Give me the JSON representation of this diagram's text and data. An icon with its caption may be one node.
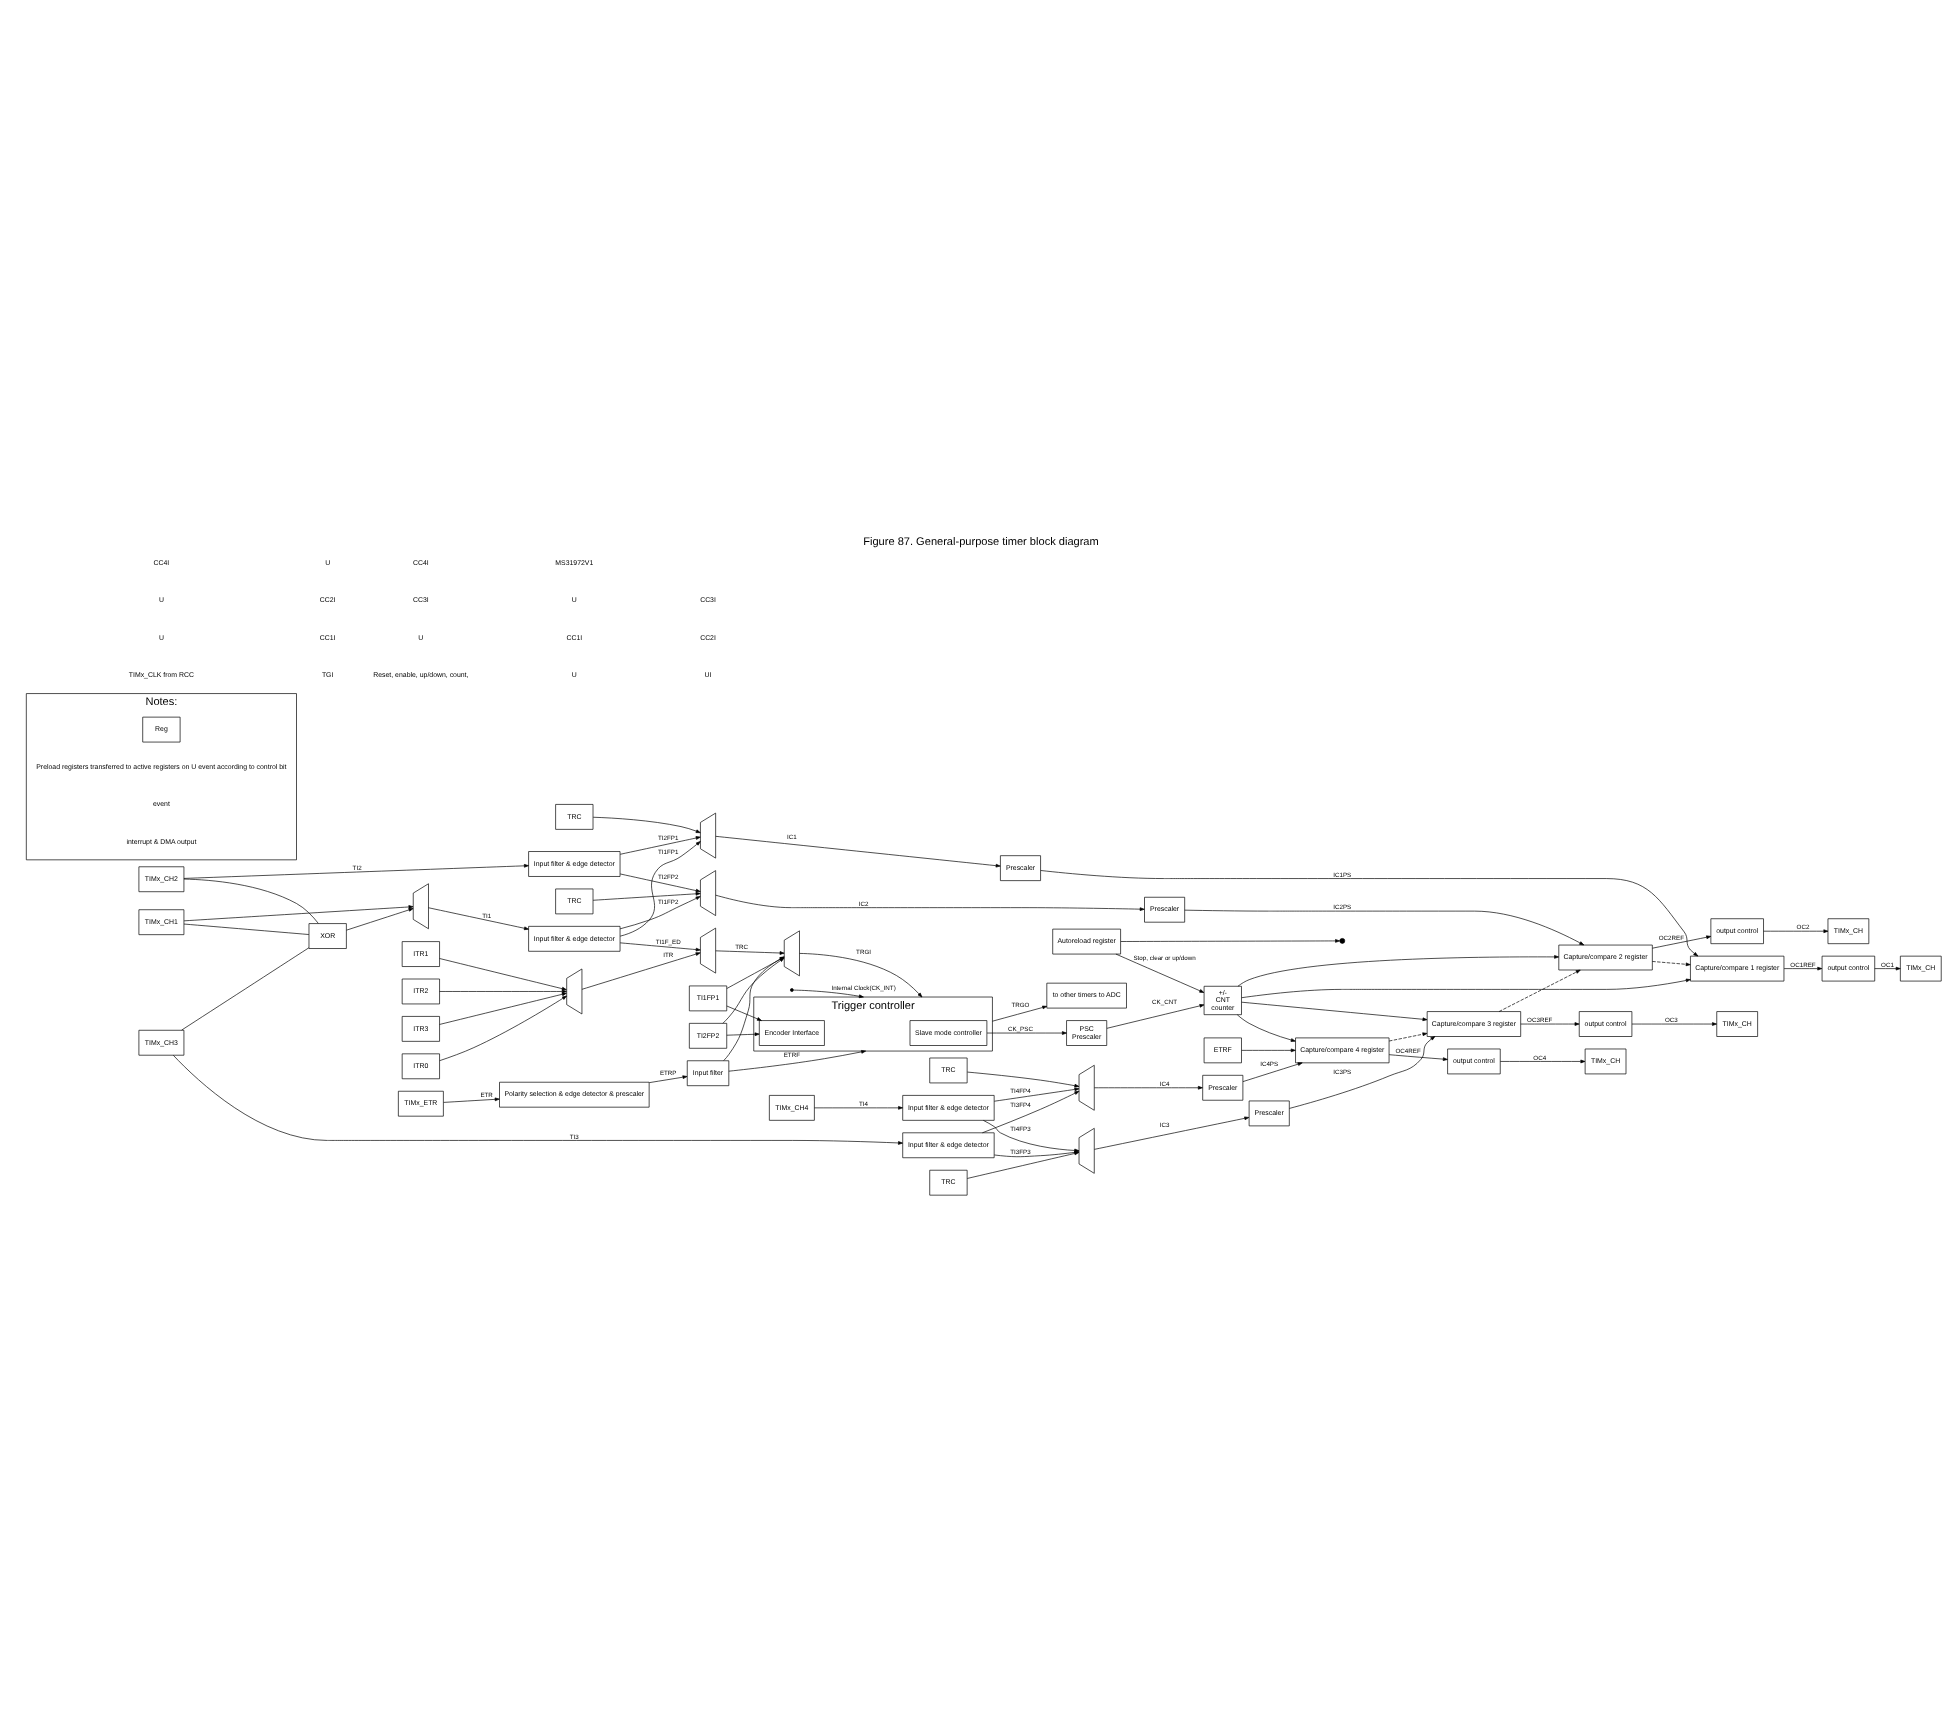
{
  "diagram": {
    "title": "Figure 87. General-purpose timer block diagram",
    "nodes": [
      {
        "text": [
          "TIMx_ETR"
        ]
      },
      {
        "text": [
          "Polarity selection & edge detector & prescaler"
        ]
      },
      {
        "text": [
          "Input filter"
        ]
      },
      {
        "text": [
          "ITR0"
        ]
      },
      {
        "text": [
          "ITR1"
        ]
      },
      {
        "text": [
          "ITR2"
        ]
      },
      {
        "text": [
          "ITR3"
        ]
      },
      {
        "text": [],
        "shape": "trapezium"
      },
      {
        "text": [],
        "shape": "trapezium"
      },
      {
        "text": [],
        "shape": "trapezium"
      },
      {
        "text": [
          "Trigger controller"
        ]
      },
      {
        "text": [
          "Slave mode controller"
        ],
        "in": 10
      },
      {
        "text": [
          "Encoder Interface"
        ],
        "in": 10
      },
      {
        "text": [
          "to other timers to ADC"
        ]
      },
      {
        "text": [
          "TI1FP1"
        ]
      },
      {
        "text": [
          "TI2FP2"
        ]
      },
      {
        "text": [
          "PSC",
          "Prescaler"
        ]
      },
      {
        "text": [
          "Autoreload register"
        ]
      },
      {
        "text": [
          "+/-",
          "CNT",
          "counter"
        ]
      },
      {
        "text": [
          "TIMx_CH1"
        ]
      },
      {
        "text": [
          "TIMx_CH2"
        ]
      },
      {
        "text": [
          "TIMx_CH3"
        ]
      },
      {
        "text": [
          "TIMx_CH4"
        ]
      },
      {
        "text": [
          "XOR"
        ]
      },
      {
        "text": [],
        "shape": "trapezium"
      },
      {
        "text": [
          "Input filter & edge detector"
        ]
      },
      {
        "text": [
          "Input filter & edge detector"
        ]
      },
      {
        "text": [
          "Input filter & edge detector"
        ]
      },
      {
        "text": [
          "Input filter & edge detector"
        ]
      },
      {
        "text": [],
        "shape": "trapezium"
      },
      {
        "text": [],
        "shape": "trapezium"
      },
      {
        "text": [],
        "shape": "trapezium"
      },
      {
        "text": [],
        "shape": "trapezium"
      },
      {
        "text": [
          "TRC"
        ]
      },
      {
        "text": [
          "TRC"
        ]
      },
      {
        "text": [
          "TRC"
        ]
      },
      {
        "text": [
          "TRC"
        ]
      },
      {
        "text": [
          "Prescaler"
        ]
      },
      {
        "text": [
          "Prescaler"
        ]
      },
      {
        "text": [
          "Prescaler"
        ]
      },
      {
        "text": [
          "Prescaler"
        ]
      },
      {
        "text": [
          "Capture/compare 1 register"
        ]
      },
      {
        "text": [
          "Capture/compare 2 register"
        ]
      },
      {
        "text": [
          "Capture/compare 3 register"
        ]
      },
      {
        "text": [
          "Capture/compare 4 register"
        ]
      },
      {
        "text": [
          "ETRF"
        ]
      },
      {
        "text": [
          "output control"
        ]
      },
      {
        "text": [
          "output control"
        ]
      },
      {
        "text": [
          "output control"
        ]
      },
      {
        "text": [
          "output control"
        ]
      },
      {
        "text": [
          "TIMx_CH"
        ]
      },
      {
        "text": [
          "TIMx_CH"
        ]
      },
      {
        "text": [
          "TIMx_CH"
        ]
      },
      {
        "text": [
          "TIMx_CH"
        ]
      },
      {
        "text": [
          "Notes:"
        ]
      },
      {
        "text": [
          "Reg"
        ],
        "in": 54
      }
    ],
    "edges": [
      {
        "from": null,
        "to": 10,
        "arrow": "to",
        "label": "Internal Clock(CK_INT)"
      },
      {
        "from": 0,
        "to": 1,
        "arrow": "to",
        "label": "ETR"
      },
      {
        "from": 1,
        "to": 2,
        "arrow": "to",
        "label": "ETRP"
      },
      {
        "from": 2,
        "to": 10,
        "arrow": "to",
        "label": "ETRF"
      },
      {
        "from": 2,
        "to": 9,
        "arrow": "to"
      },
      {
        "from": 3,
        "to": 7,
        "arrow": "to"
      },
      {
        "from": 4,
        "to": 7,
        "arrow": "to"
      },
      {
        "from": 5,
        "to": 7,
        "arrow": "to"
      },
      {
        "from": 6,
        "to": 7,
        "arrow": "to"
      },
      {
        "from": 7,
        "to": 8,
        "arrow": "to",
        "label": "ITR"
      },
      {
        "from": 25,
        "to": 8,
        "arrow": "to",
        "label": "TI1F_ED"
      },
      {
        "from": 8,
        "to": 9,
        "arrow": "to",
        "label": "TRC"
      },
      {
        "from": 14,
        "to": 9,
        "arrow": "to"
      },
      {
        "from": 15,
        "to": 9,
        "arrow": "to"
      },
      {
        "from": 9,
        "to": 10,
        "arrow": "to",
        "label": "TRGI"
      },
      {
        "from": 14,
        "to": 12,
        "arrow": "to"
      },
      {
        "from": 15,
        "to": 12,
        "arrow": "to"
      },
      {
        "from": 10,
        "to": 13,
        "arrow": "to",
        "label": "TRGO"
      },
      {
        "from": 11,
        "to": 16,
        "arrow": "to",
        "label": "CK_PSC"
      },
      {
        "from": 16,
        "to": 18,
        "arrow": "to",
        "label": "CK_CNT"
      },
      {
        "from": 17,
        "to": 18,
        "arrow": "to",
        "label": "Stop, clear or up/down"
      },
      {
        "from": 17,
        "to": null,
        "arrow": "to"
      },
      {
        "from": 18,
        "to": 41,
        "arrow": "to"
      },
      {
        "from": 18,
        "to": 42,
        "arrow": "to"
      },
      {
        "from": 18,
        "to": 43,
        "arrow": "to"
      },
      {
        "from": 18,
        "to": 44,
        "arrow": "to"
      },
      {
        "from": 42,
        "to": 41,
        "arrow": "to",
        "style": "dashed"
      },
      {
        "from": 43,
        "to": 42,
        "arrow": "to",
        "style": "dashed"
      },
      {
        "from": 44,
        "to": 43,
        "arrow": "to",
        "style": "dashed"
      },
      {
        "from": 45,
        "to": 44,
        "arrow": "to"
      },
      {
        "from": 19,
        "to": 23,
        "arrow": "none"
      },
      {
        "from": 20,
        "to": 23,
        "arrow": "none"
      },
      {
        "from": 21,
        "to": 23,
        "arrow": "none"
      },
      {
        "from": 23,
        "to": 24,
        "arrow": "to"
      },
      {
        "from": 19,
        "to": 24,
        "arrow": "to"
      },
      {
        "from": 24,
        "to": 25,
        "arrow": "to",
        "label": "TI1"
      },
      {
        "from": 20,
        "to": 26,
        "arrow": "to",
        "label": "TI2"
      },
      {
        "from": 21,
        "to": 27,
        "arrow": "to",
        "label": "TI3"
      },
      {
        "from": 22,
        "to": 28,
        "arrow": "to",
        "label": "TI4"
      },
      {
        "from": 25,
        "to": 29,
        "arrow": "to",
        "label": "TI1FP1"
      },
      {
        "from": 25,
        "to": 30,
        "arrow": "to",
        "label": "TI1FP2"
      },
      {
        "from": 26,
        "to": 29,
        "arrow": "to",
        "label": "TI2FP1"
      },
      {
        "from": 26,
        "to": 30,
        "arrow": "to",
        "label": "TI2FP2"
      },
      {
        "from": 27,
        "to": 31,
        "arrow": "to",
        "label": "TI3FP3"
      },
      {
        "from": 27,
        "to": 32,
        "arrow": "to",
        "label": "TI3FP4"
      },
      {
        "from": 28,
        "to": 31,
        "arrow": "to",
        "label": "TI4FP3"
      },
      {
        "from": 28,
        "to": 32,
        "arrow": "to",
        "label": "TI4FP4"
      },
      {
        "from": 33,
        "to": 29,
        "arrow": "to"
      },
      {
        "from": 34,
        "to": 30,
        "arrow": "to"
      },
      {
        "from": 35,
        "to": 31,
        "arrow": "to"
      },
      {
        "from": 36,
        "to": 32,
        "arrow": "to"
      },
      {
        "from": 29,
        "to": 37,
        "arrow": "to",
        "label": "IC1"
      },
      {
        "from": 30,
        "to": 38,
        "arrow": "to",
        "label": "IC2"
      },
      {
        "from": 31,
        "to": 39,
        "arrow": "to",
        "label": "IC3"
      },
      {
        "from": 32,
        "to": 40,
        "arrow": "to",
        "label": "IC4"
      },
      {
        "from": 37,
        "to": 41,
        "arrow": "to",
        "label": "IC1PS"
      },
      {
        "from": 38,
        "to": 42,
        "arrow": "to",
        "label": "IC2PS"
      },
      {
        "from": 39,
        "to": 43,
        "arrow": "to",
        "label": "IC3PS"
      },
      {
        "from": 40,
        "to": 44,
        "arrow": "to",
        "label": "IC4PS"
      },
      {
        "from": 41,
        "to": 46,
        "arrow": "to",
        "label": "OC1REF"
      },
      {
        "from": 42,
        "to": 47,
        "arrow": "to",
        "label": "OC2REF"
      },
      {
        "from": 43,
        "to": 48,
        "arrow": "to",
        "label": "OC3REF"
      },
      {
        "from": 44,
        "to": 49,
        "arrow": "to",
        "label": "OC4REF"
      },
      {
        "from": 46,
        "to": 50,
        "arrow": "to",
        "label": "OC1"
      },
      {
        "from": 47,
        "to": 51,
        "arrow": "to",
        "label": "OC2"
      },
      {
        "from": 48,
        "to": 52,
        "arrow": "to",
        "label": "OC3"
      },
      {
        "from": 49,
        "to": 53,
        "arrow": "to",
        "label": "OC4"
      }
    ],
    "labels": [
      "TIMx_CLK from RCC",
      "TGI",
      "Reset, enable, up/down, count,",
      "U",
      "UI",
      "U",
      "CC1I",
      "U",
      "CC1I",
      "CC2I",
      "U",
      "CC2I",
      "CC3I",
      "U",
      "CC3I",
      "CC4I",
      "U",
      "CC4I",
      "MS31972V1"
    ],
    "legend": [
      {
        "text": "Preload registers transferred to active registers on U event according to control bit"
      },
      {
        "text": "event"
      },
      {
        "text": "interrupt & DMA output"
      }
    ]
  }
}
